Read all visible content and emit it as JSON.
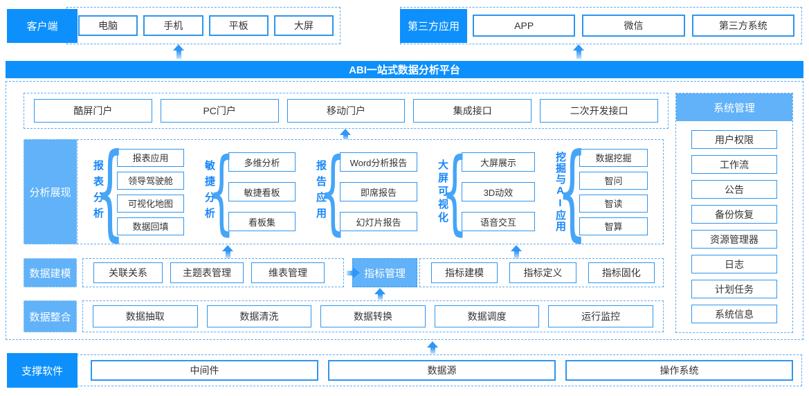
{
  "title": "ABI一站式数据分析平台",
  "top": {
    "client": {
      "label": "客户端",
      "items": [
        "电脑",
        "手机",
        "平板",
        "大屏"
      ]
    },
    "third_party": {
      "label": "第三方应用",
      "items": [
        "APP",
        "微信",
        "第三方系统"
      ]
    }
  },
  "portals": [
    "酷屏门户",
    "PC门户",
    "移动门户",
    "集成接口",
    "二次开发接口"
  ],
  "analysis": {
    "label": "分析展现",
    "groups": [
      {
        "name": "报表分析",
        "items": [
          "报表应用",
          "领导驾驶舱",
          "可视化地图",
          "数据回填"
        ]
      },
      {
        "name": "敏捷分析",
        "items": [
          "多维分析",
          "敏捷看板",
          "看板集"
        ]
      },
      {
        "name": "报告应用",
        "items": [
          "Word分析报告",
          "即席报告",
          "幻灯片报告"
        ]
      },
      {
        "name": "大屏可视化",
        "items": [
          "大屏展示",
          "3D动效",
          "语音交互"
        ]
      },
      {
        "name": "挖掘与AI应用",
        "items": [
          "数据挖掘",
          "智问",
          "智读",
          "智算"
        ]
      }
    ]
  },
  "modeling": {
    "label": "数据建模",
    "items": [
      "关联关系",
      "主题表管理",
      "维表管理"
    ],
    "indicator": {
      "label": "指标管理",
      "items": [
        "指标建模",
        "指标定义",
        "指标固化"
      ]
    }
  },
  "integration": {
    "label": "数据整合",
    "items": [
      "数据抽取",
      "数据清洗",
      "数据转换",
      "数据调度",
      "运行监控"
    ]
  },
  "sysmgmt": {
    "label": "系统管理",
    "items": [
      "用户权限",
      "工作流",
      "公告",
      "备份恢复",
      "资源管理器",
      "日志",
      "计划任务",
      "系统信息"
    ]
  },
  "support": {
    "label": "支撑软件",
    "items": [
      "中间件",
      "数据源",
      "操作系统"
    ]
  },
  "colors": {
    "primary": "#0d90fb",
    "light": "#61b2f8",
    "box_border": "#2e95ef",
    "dashed": "#58aaf6",
    "group_text": "#1787f8",
    "arrow": "#2e96f6"
  }
}
